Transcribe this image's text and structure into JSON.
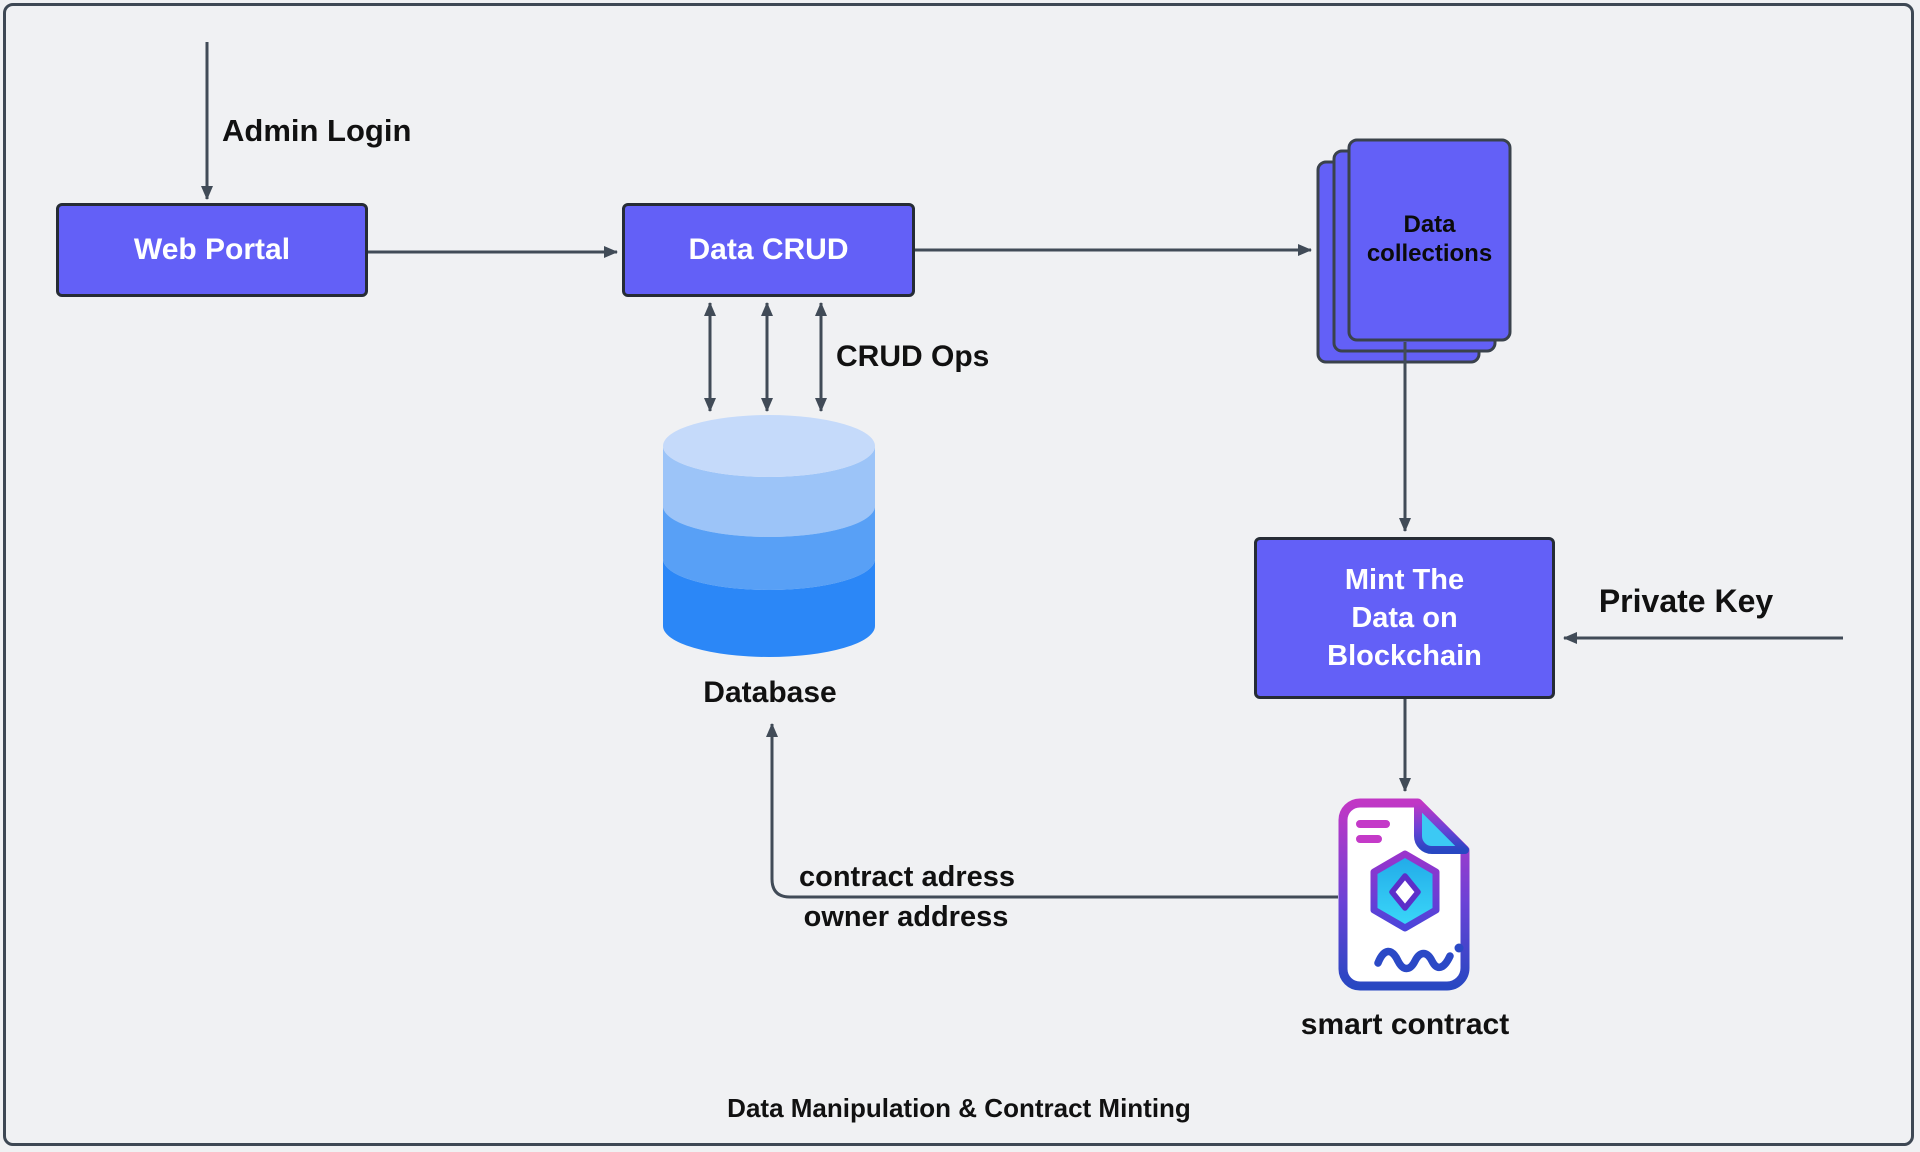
{
  "frame": {
    "background": "#F0F1F3",
    "border_color": "#3E4854"
  },
  "colors": {
    "node_purple": "#6360F7",
    "node_border": "#262C35",
    "arrow": "#414B57",
    "text_dark": "#111111",
    "text_light": "#FFFFFF",
    "cylinder_top": "#C5DAFA",
    "cylinder_band_light": "#9CC4F8",
    "cylinder_band_mid": "#58A0F6",
    "cylinder_band_dark": "#2B87F7",
    "icon_magenta": "#C137C5",
    "icon_blue": "#2847C2",
    "icon_cyan": "#3BD9F9"
  },
  "nodes": {
    "web_portal": {
      "label": "Web Portal"
    },
    "data_crud": {
      "label": "Data CRUD"
    },
    "data_collections": {
      "label": "Data collections"
    },
    "mint_blockchain": {
      "label": "Mint The\nData on\nBlockchain"
    },
    "database": {
      "label": "Database"
    },
    "smart_contract": {
      "label": "smart contract"
    }
  },
  "labels": {
    "admin_login": "Admin Login",
    "crud_ops": "CRUD Ops",
    "private_key": "Private Key",
    "contract_address_line1": "contract adress",
    "contract_address_line2": "owner address",
    "caption": "Data Manipulation & Contract Minting"
  },
  "icons": {
    "smart_contract_icon": "document-with-hexagon-gem-and-signature"
  }
}
